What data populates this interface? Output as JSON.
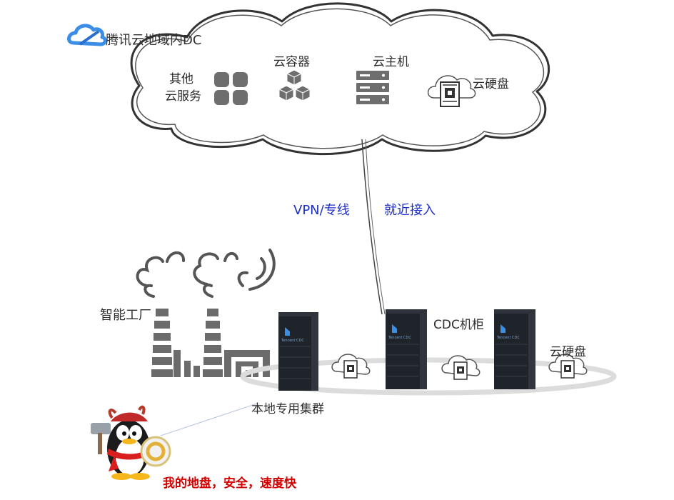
{
  "cloud": {
    "title": "腾讯云地域内DC",
    "services": {
      "other_line1": "其他",
      "other_line2": "云服务",
      "container": "云容器",
      "host": "云主机",
      "disk": "云硬盘"
    }
  },
  "link": {
    "vpn": "VPN/专线",
    "nearby": "就近接入"
  },
  "ground": {
    "factory": "智能工厂",
    "cdc": "CDC机柜",
    "disk": "云硬盘",
    "cluster": "本地专用集群",
    "slogan": "我的地盘，安全，速度快",
    "rack_brand": "Tencent CDC"
  },
  "colors": {
    "ink": "#2e2e2e",
    "icon_gray": "#6e6e6e",
    "rack": "#1f232a",
    "logo_blue": "#3a8ee6",
    "link_blue": "#1d2fc7",
    "slogan_red": "#d40000"
  }
}
